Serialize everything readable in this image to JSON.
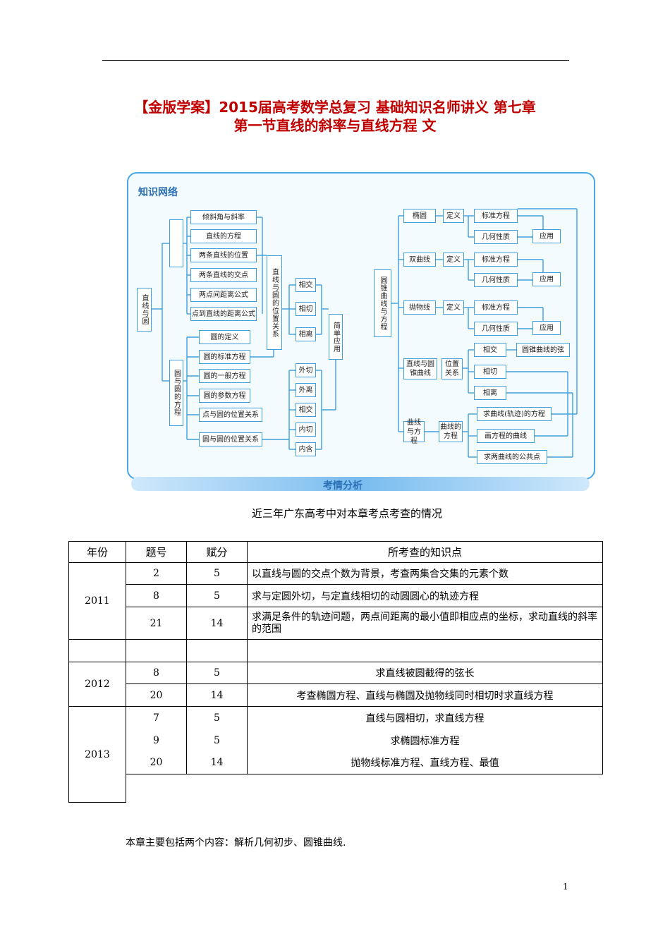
{
  "title_line1": "【金版学案】2015届高考数学总复习 基础知识名师讲义 第七章",
  "title_line2": "第一节直线的斜率与直线方程 文",
  "diagram": {
    "panel_title": "知识网络",
    "bottom_title": "考情分析",
    "root_left": "直线与圆",
    "line_items": [
      "倾斜角与斜率",
      "直线的方程",
      "两条直线的位置",
      "两条直线的交点",
      "两点间距离公式",
      "点到直线的距离公式"
    ],
    "circle_root": "圆与圆的方程",
    "circle_items": [
      "圆的定义",
      "圆的标准方程",
      "圆的一般方程",
      "圆的参数方程",
      "点与圆的位置关系",
      "圆与圆的位置关系"
    ],
    "line_circle_rel": "直线与圆的位置关系",
    "line_circle_items": [
      "相交",
      "相切",
      "相离"
    ],
    "circle_circle_items": [
      "外切",
      "外离",
      "相交",
      "内切",
      "内含"
    ],
    "simple_app": "简单应用",
    "conic_root": "圆锥曲线与方程",
    "conics": [
      "椭圆",
      "双曲线",
      "抛物线"
    ],
    "def": "定义",
    "std_eq": "标准方程",
    "geo": "几何性质",
    "app": "应用",
    "line_conic": "直线与圆锥曲线",
    "pos_rel": "位置关系",
    "lc_items": [
      "相交",
      "相切",
      "相离"
    ],
    "chord": "圆锥曲线的弦",
    "curve_eq": "曲线与方程",
    "curve_of_eq": "曲线的方程",
    "ce_items": [
      "求曲线(轨迹)的方程",
      "画方程的曲线",
      "求两曲线的公共点"
    ]
  },
  "caption": "近三年广东高考中对本章考点考查的情况",
  "table": {
    "headers": [
      "年份",
      "题号",
      "赋分",
      "所考查的知识点"
    ],
    "y2011": "2011",
    "y2012": "2012",
    "y2013": "2013",
    "rows2011": [
      {
        "q": "2",
        "s": "5",
        "k": "以直线与圆的交点个数为背景，考查两集合交集的元素个数"
      },
      {
        "q": "8",
        "s": "5",
        "k": "求与定圆外切，与定直线相切的动圆圆心的轨迹方程"
      },
      {
        "q": "21",
        "s": "14",
        "k": "求满足条件的轨迹问题，两点间距离的最小值即相应点的坐标，求动直线的斜率的范围"
      }
    ],
    "rows2012": [
      {
        "q": "8",
        "s": "5",
        "k": "求直线被圆截得的弦长"
      },
      {
        "q": "20",
        "s": "14",
        "k": "考查椭圆方程、直线与椭圆及抛物线同时相切时求直线方程"
      }
    ],
    "rows2013": [
      {
        "q": "7",
        "s": "5",
        "k": "直线与圆相切，求直线方程"
      },
      {
        "q": "9",
        "s": "5",
        "k": "求椭圆标准方程"
      },
      {
        "q": "20",
        "s": "14",
        "k": "抛物线标准方程、直线方程、最值"
      }
    ]
  },
  "summary": "本章主要包括两个内容：解析几何初步、圆锥曲线.",
  "page_number": "1"
}
